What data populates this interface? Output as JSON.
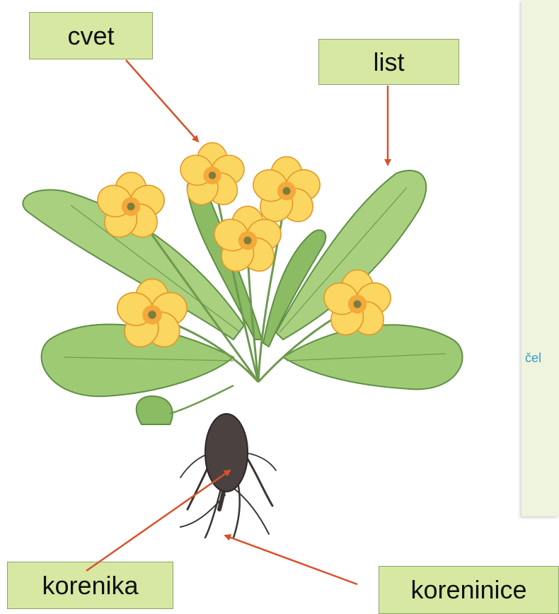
{
  "labels": {
    "flower": "cvet",
    "leaf": "list",
    "rootstock": "korenika",
    "roots": "koreninice"
  },
  "side_panel": {
    "cut_text": "čel"
  },
  "colors": {
    "label_fill": "#d6e8a2",
    "label_border": "#8aa36a",
    "arrow": "#d9512c",
    "petal": "#fbd660",
    "leaf": "#9fca74",
    "root": "#3a3433",
    "panel": "#eef4dd",
    "cut_text": "#3a9ac4"
  }
}
